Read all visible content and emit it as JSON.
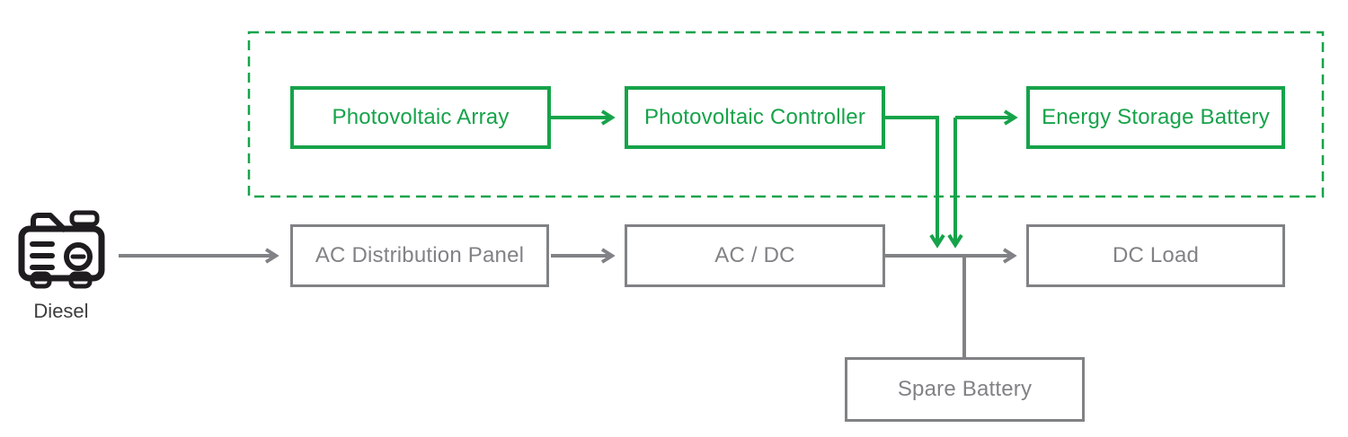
{
  "colors": {
    "green": "#16a34a",
    "gray": "#808285",
    "icon_ink": "#1e1c1e",
    "diesel_label": "#3d3d3d"
  },
  "nodes": {
    "pv_array": {
      "label": "Photovoltaic Array"
    },
    "pv_controller": {
      "label": "Photovoltaic Controller"
    },
    "energy_storage_battery": {
      "label": "Energy Storage Battery"
    },
    "ac_distribution_panel": {
      "label": "AC Distribution Panel"
    },
    "ac_dc": {
      "label": "AC / DC"
    },
    "dc_load": {
      "label": "DC Load"
    },
    "spare_battery": {
      "label": "Spare Battery"
    },
    "diesel": {
      "label": "Diesel",
      "icon": "diesel-generator-icon"
    }
  },
  "edges": [
    {
      "id": "diesel-to-panel",
      "from": "diesel",
      "to": "ac_distribution_panel",
      "color": "gray",
      "arrow": "end"
    },
    {
      "id": "panel-to-acdc",
      "from": "ac_distribution_panel",
      "to": "ac_dc",
      "color": "gray",
      "arrow": "end"
    },
    {
      "id": "acdc-to-dcload",
      "from": "ac_dc",
      "to": "dc_load",
      "color": "gray",
      "arrow": "end"
    },
    {
      "id": "bus-to-spare-battery",
      "from": "dc_bus",
      "to": "spare_battery",
      "color": "gray",
      "arrow": "none"
    },
    {
      "id": "array-to-controller",
      "from": "pv_array",
      "to": "pv_controller",
      "color": "green",
      "arrow": "end"
    },
    {
      "id": "controller-to-bus",
      "from": "pv_controller",
      "to": "dc_bus",
      "color": "green",
      "arrow": "end"
    },
    {
      "id": "battery-to-bus",
      "from": "energy_storage_battery",
      "to": "dc_bus",
      "color": "green",
      "arrow": "end"
    },
    {
      "id": "bus-to-battery",
      "from": "dc_bus",
      "to": "energy_storage_battery",
      "color": "green",
      "arrow": "end"
    }
  ],
  "boundary": {
    "name": "photovoltaic-system-boundary",
    "style": "dashed",
    "color": "green"
  }
}
